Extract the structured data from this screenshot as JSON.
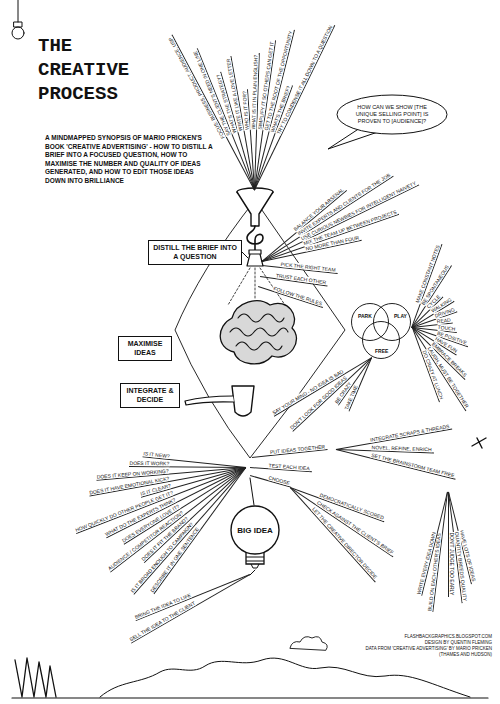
{
  "diagram": {
    "title": "THE CREATIVE PROCESS",
    "nodes": [
      {
        "text": [
          "HOW CAN WE SHOW [THE UNIQUE SELLING POINT] IS PROVEN TO [AUDIENCE]?"
        ]
      },
      {
        "text": [
          "DISTILL THE BRIEF INTO A QUESTION"
        ]
      },
      {
        "text": [
          "PARK"
        ]
      },
      {
        "text": [
          "PLAY"
        ]
      },
      {
        "text": [
          "FREE"
        ]
      },
      {
        "text": [
          "MAXIMISE IDEAS"
        ]
      },
      {
        "text": [
          "INTEGRATE & DECIDE"
        ]
      },
      {
        "text": [
          "BIG IDEA"
        ]
      }
    ],
    "labels": [
      "A MINDMAPPED SYNOPSIS OF MARIO PRICKEN'S BOOK 'CREATIVE ADVERTISING' - HOW TO DISTILL A BRIEF INTO A FOCUSED QUESTION, HOW TO MAXIMISE THE NUMBER AND QUALITY OF IDEAS GENERATED, AND HOW TO EDIT THOSE IDEAS DOWN INTO BRILLIANCE",
      "FOCUS: BUSINESS, PRODUCT, AUDIENCE, USP",
      "SAY THE CLIENT'S NEED IN ONE LINE",
      "WHAT'S THE STRATEGY?",
      "WRITE IT LIKE A LOVE LETTER",
      "WHO IS IT FOR?",
      "WHAT IS IT IN PLAIN ENGLISH?",
      "SIMPLIFY IT SO OTHERS CAN GET IT",
      "GET TO THE ROOT OF THE OPPORTUNITY",
      "WHAT'S THE BRIEF?",
      "TRY TO CONDENSE IT ALL DOWN TO A QUESTION",
      "PICK THE RIGHT TEAM",
      "BALANCE YOUR ARSENAL",
      "INVITE EXPERTS AND CLIENTS FOR THE JOB",
      "USE CURIOUS NEWBIES FOR INTELLIGENT NAIVETY",
      "MIX THE TEAM UP BETWEEN PROJECTS",
      "NO MORE THAN FOUR",
      "TRUST EACH OTHER",
      "FOLLOW THE RULES",
      "MAKE CONSTANT NOTES",
      "BE SPONTANEOUS",
      "CYCLE",
      "WALKING",
      "DRIVING",
      "READ",
      "TOUCH",
      "BE POSITIVE",
      "HAVE FUN",
      "EMBRACE BREAKS",
      "LAUGH, MUST BE TOGETHER",
      "DO CRAZY AT LUNCH",
      "TAKE TIME",
      "BE CRAZY",
      "DON'T LOOK FOR GOOD IDEAS",
      "SAY YOUR MIND - NO IDEA IS BAD",
      "PUT IDEAS TOGETHER",
      "INTEGRATE SCRAPS & THREADS",
      "NOVEL, REFINE, ENRICH",
      "SET THE BRAINSTORM TEAM FREE",
      "TEST EACH IDEA",
      "CHOOSE",
      "DEMOCRATICALLY SCORED",
      "CHECK AGAINST THE CLIENT'S BRIEF",
      "LET THE CREATIVE DIRECTOR DECIDE",
      "IS IT NEW?",
      "DOES IT WORK?",
      "DOES IT KEEP ON WORKING?",
      "DOES IT HAVE EMOTIONAL KICK?",
      "IS IT CLEAR?",
      "HOW QUICKLY DO OTHER PEOPLE GET IT?",
      "WHAT DO THE EXPERTS THINK?",
      "DOES EVERYONE LOVE IT?",
      "AUDIENCE / COMPETITOR REACTION?",
      "DOES IT FIT THE BRAND?",
      "IS IT BROAD ENOUGH TO CAMPAIGN?",
      "DESCRIBE IT IN ONE SENTENCE",
      "HAVE LOTS OF IDEAS",
      "QUANTITY BREEDS QUALITY",
      "DON'T JUDGE TOO EARLY",
      "BUILD ON EACH OTHER'S IDEAS",
      "WRITE EVERY IDEA DOWN",
      "SELL THE IDEA TO THE CLIENT",
      "BRING THE IDEA TO LIFE",
      "FLASHBACKGRAPHICS.BLOGSPOT.COM",
      "DESIGN BY QUENTIN FLEMING",
      "DATA FROM 'CREATIVE ADVERTISING' BY MARIO PRICKEN",
      "(THAMES AND HUDSON)"
    ]
  }
}
